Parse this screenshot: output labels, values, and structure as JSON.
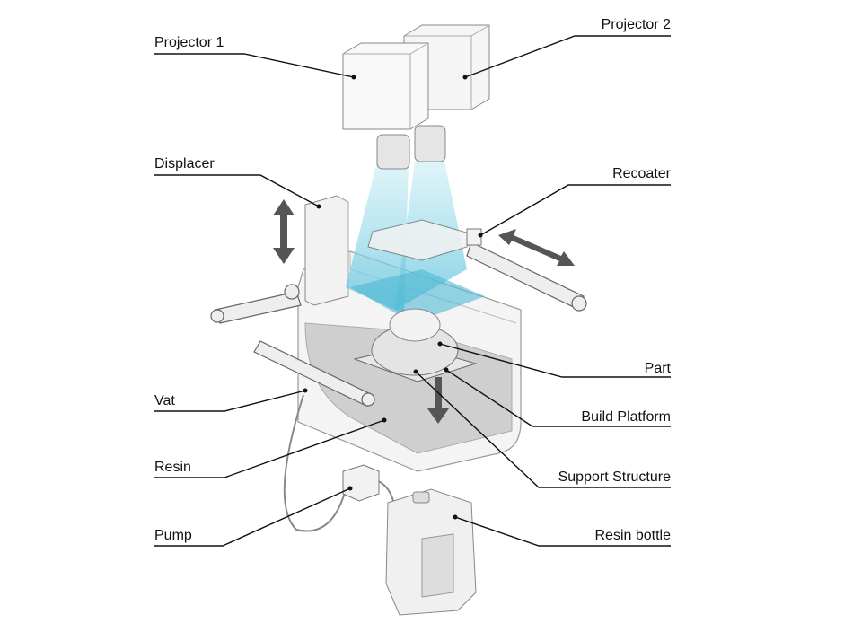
{
  "labels": {
    "projector_1": "Projector 1",
    "projector_2": "Projector 2",
    "displacer": "Displacer",
    "recoater": "Recoater",
    "part": "Part",
    "build_platform": "Build Platform",
    "vat": "Vat",
    "resin": "Resin",
    "support_structure": "Support Structure",
    "pump": "Pump",
    "resin_bottle": "Resin bottle"
  },
  "colors": {
    "light": "#7fd3e6",
    "resin": "#c9c9c9",
    "line": "#111111"
  }
}
